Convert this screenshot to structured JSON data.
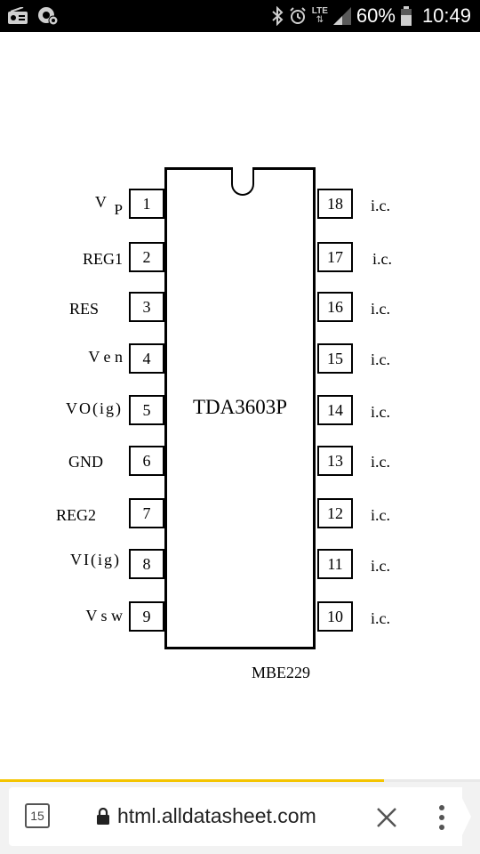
{
  "status_bar": {
    "battery": "60%",
    "time": "10:49",
    "network_label": "LTE",
    "icons_left": [
      "radio-icon",
      "settings-bubble-icon"
    ],
    "icons_right": [
      "bluetooth-icon",
      "alarm-icon",
      "lte-icon",
      "signal-icon",
      "battery-icon"
    ]
  },
  "diagram": {
    "chip_name": "TDA3603P",
    "figure_code": "MBE229",
    "left_pins": [
      {
        "number": "1",
        "label": "V",
        "sub": "P"
      },
      {
        "number": "2",
        "label": "REG1"
      },
      {
        "number": "3",
        "label": "RES"
      },
      {
        "number": "4",
        "label": "V e n"
      },
      {
        "number": "5",
        "label": "VO(ig)"
      },
      {
        "number": "6",
        "label": "GND"
      },
      {
        "number": "7",
        "label": "REG2"
      },
      {
        "number": "8",
        "label": "VI(ig)"
      },
      {
        "number": "9",
        "label": "V s w"
      }
    ],
    "right_pins": [
      {
        "number": "18",
        "label": "i.c."
      },
      {
        "number": "17",
        "label": "i.c."
      },
      {
        "number": "16",
        "label": "i.c."
      },
      {
        "number": "15",
        "label": "i.c."
      },
      {
        "number": "14",
        "label": "i.c."
      },
      {
        "number": "13",
        "label": "i.c."
      },
      {
        "number": "12",
        "label": "i.c."
      },
      {
        "number": "11",
        "label": "i.c."
      },
      {
        "number": "10",
        "label": "i.c."
      }
    ]
  },
  "browser": {
    "tab_count": "15",
    "url": "html.alldatasheet.com",
    "accent_color": "#f4c400"
  }
}
